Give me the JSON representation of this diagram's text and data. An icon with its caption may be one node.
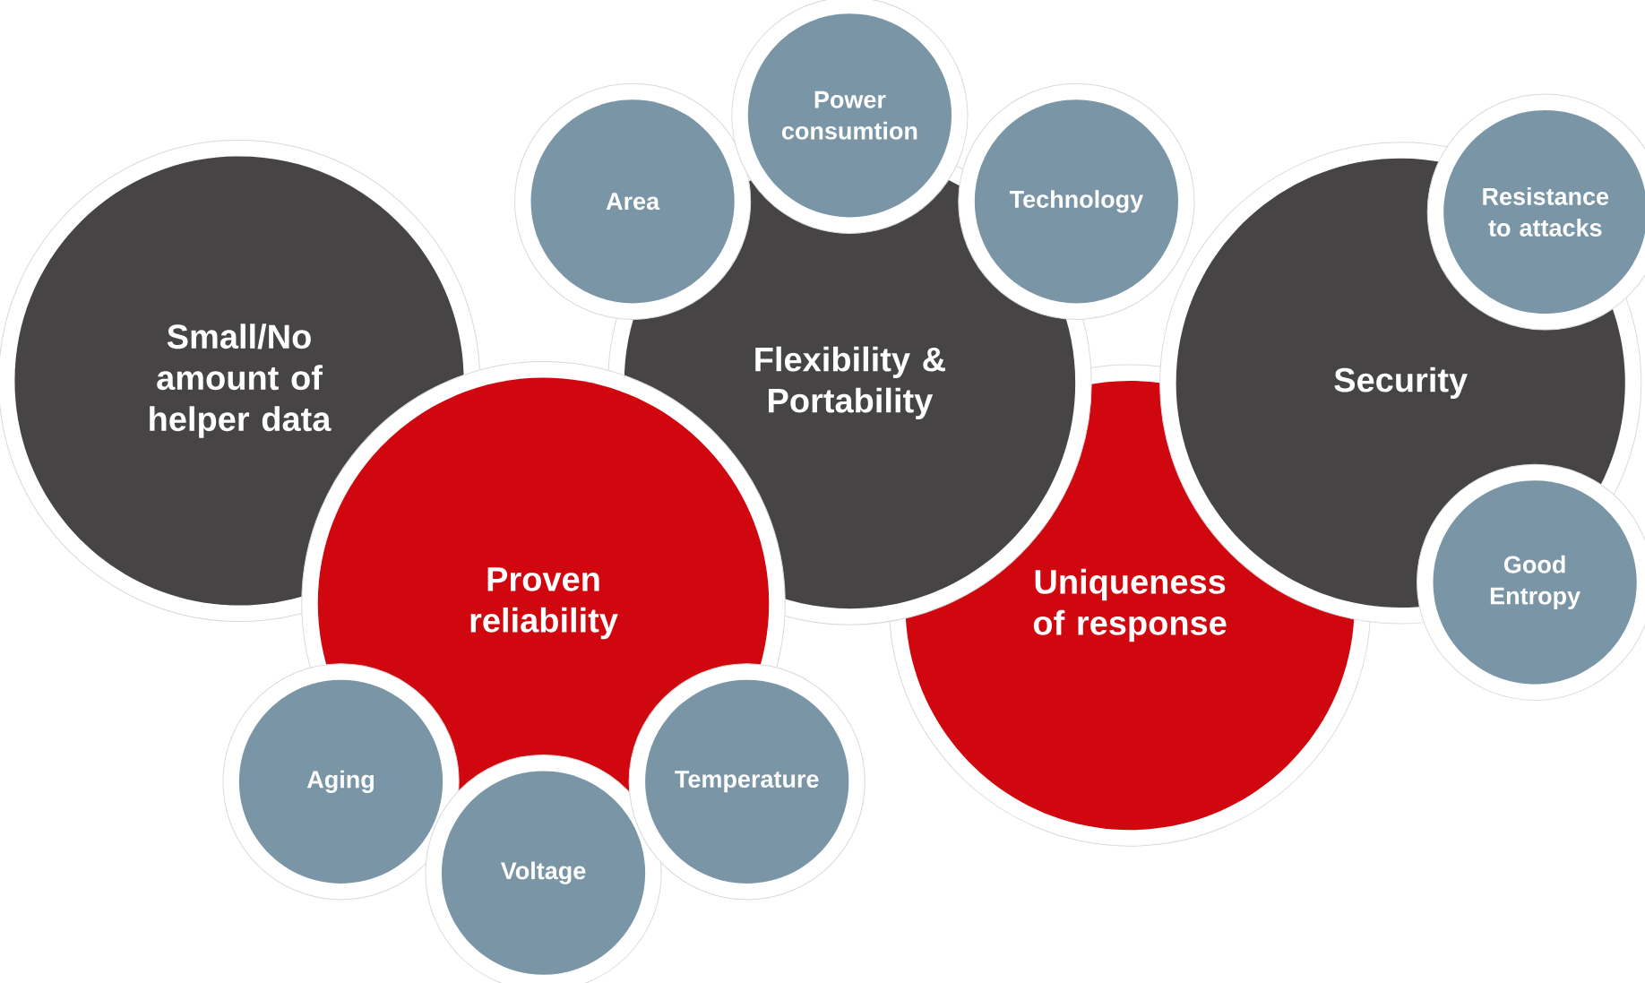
{
  "diagram": {
    "nodes": [
      {
        "text": [
          "Small/No amount of helper data"
        ]
      },
      {
        "text": [
          "Area"
        ]
      },
      {
        "text": [
          "Power consumtion"
        ]
      },
      {
        "text": [
          "Technology"
        ]
      },
      {
        "text": [
          "Flexibility & Portability"
        ]
      },
      {
        "text": [
          "Resistance to attacks"
        ]
      },
      {
        "text": [
          "Security"
        ]
      },
      {
        "text": [
          "Proven reliability"
        ]
      },
      {
        "text": [
          "Uniqueness of response"
        ]
      },
      {
        "text": [
          "Good Entropy"
        ]
      },
      {
        "text": [
          "Aging"
        ]
      },
      {
        "text": [
          "Temperature"
        ]
      },
      {
        "text": [
          "Voltage"
        ]
      }
    ]
  }
}
